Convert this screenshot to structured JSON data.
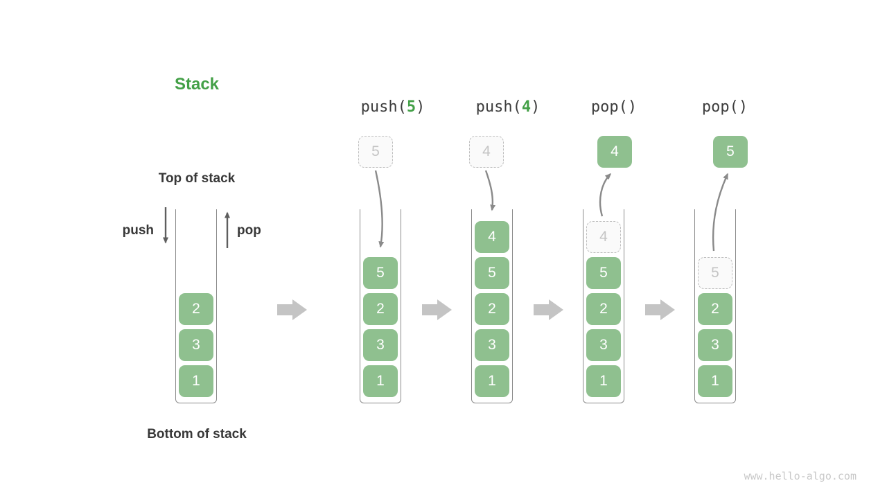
{
  "diagram": {
    "title": "Stack",
    "labels": {
      "top_of_stack": "Top of stack",
      "bottom_of_stack": "Bottom of stack",
      "push": "push",
      "pop": "pop"
    },
    "operations": [
      {
        "before": "push(",
        "arg": "5",
        "after": ")"
      },
      {
        "before": "push(",
        "arg": "4",
        "after": ")"
      },
      {
        "before": "pop()",
        "arg": "",
        "after": ""
      },
      {
        "before": "pop()",
        "arg": "",
        "after": ""
      }
    ],
    "op_boxes": [
      {
        "value": "5",
        "style": "ghost"
      },
      {
        "value": "4",
        "style": "ghost"
      },
      {
        "value": "4",
        "style": "solid"
      },
      {
        "value": "5",
        "style": "solid"
      }
    ],
    "stacks": [
      {
        "name": "initial",
        "blocks": [
          {
            "value": "2",
            "style": "solid"
          },
          {
            "value": "3",
            "style": "solid"
          },
          {
            "value": "1",
            "style": "solid"
          }
        ]
      },
      {
        "name": "after-push-5",
        "blocks": [
          {
            "value": "5",
            "style": "solid"
          },
          {
            "value": "2",
            "style": "solid"
          },
          {
            "value": "3",
            "style": "solid"
          },
          {
            "value": "1",
            "style": "solid"
          }
        ]
      },
      {
        "name": "after-push-4",
        "blocks": [
          {
            "value": "4",
            "style": "solid"
          },
          {
            "value": "5",
            "style": "solid"
          },
          {
            "value": "2",
            "style": "solid"
          },
          {
            "value": "3",
            "style": "solid"
          },
          {
            "value": "1",
            "style": "solid"
          }
        ]
      },
      {
        "name": "after-pop-4",
        "blocks": [
          {
            "value": "4",
            "style": "ghost"
          },
          {
            "value": "5",
            "style": "solid"
          },
          {
            "value": "2",
            "style": "solid"
          },
          {
            "value": "3",
            "style": "solid"
          },
          {
            "value": "1",
            "style": "solid"
          }
        ]
      },
      {
        "name": "after-pop-5",
        "blocks": [
          {
            "value": "5",
            "style": "ghost"
          },
          {
            "value": "2",
            "style": "solid"
          },
          {
            "value": "3",
            "style": "solid"
          },
          {
            "value": "1",
            "style": "solid"
          }
        ]
      }
    ],
    "watermark": "www.hello-algo.com",
    "colors": {
      "accent_green": "#43A047",
      "block_green": "#8FC08F",
      "text_dark": "#3D3D3D",
      "arrow_gray": "#8A8A8A",
      "dark_arrow_gray": "#5E5E5E",
      "big_arrow_gray": "#C4C4C4",
      "ghost_border": "#BDBDBD",
      "ghost_text": "#C4C4C4"
    }
  }
}
